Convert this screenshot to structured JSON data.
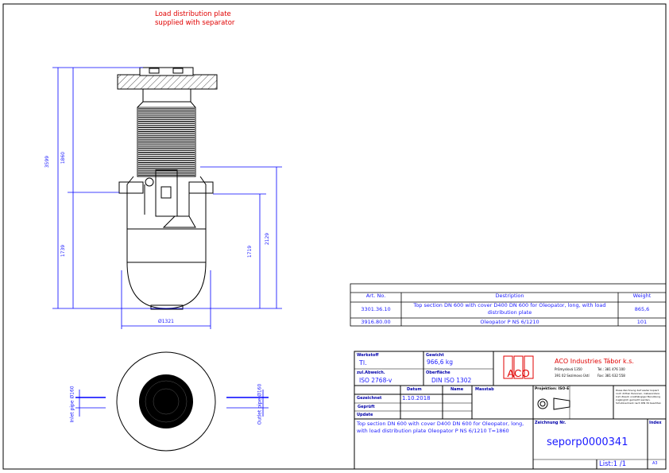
{
  "annotation": {
    "line1": "Load distribution plate",
    "line2": "supplied with separator"
  },
  "dimensions": {
    "total_height": "3599",
    "top_height": "1860",
    "lower_height": "1739",
    "outlet_height": "1719",
    "inlet_height": "2129",
    "diameter": "Ø1321",
    "inlet_pipe": "Inlet pipe Ø160",
    "outlet_pipe": "Outlet pipe Ø160"
  },
  "parts_table": {
    "headers": [
      "Art. No.",
      "Destription",
      "Weight"
    ],
    "rows": [
      {
        "art_no": "3301.36.10",
        "description": "Top section DN 600 with cover D400 DN 600 for Oleopator, long, with load distribution plate",
        "weight": "865,6"
      },
      {
        "art_no": "3916.80.00",
        "description": "Oleopator P NS 6/1210",
        "weight": "101"
      }
    ]
  },
  "title_block": {
    "werkstoff_label": "Werkstoff",
    "werkstoff": "Tl.",
    "gewicht_label": "Gewicht",
    "gewicht": "966,6 kg",
    "abweich_label": "zul.Abweich.",
    "abweich": "ISO 2768-v",
    "oberflache_label": "Oberfläche",
    "oberflache": "DIN ISO 1302",
    "company": "ACO Industries Tábor k.s.",
    "address1": "Průmyslová 1350",
    "address2": "391 02 Sezimovo Ústí",
    "tel": "Tel.: 381 476 100",
    "fax": "Fax: 381 632 558",
    "logo": "ACO",
    "datum_label": "Datum",
    "name_label": "Name",
    "massstab_label": "Masstab",
    "gezeichnet_label": "Gezeichnet",
    "gezeichnet_date": "1.10.2018",
    "gepruft_label": "Geprüft",
    "update_label": "Update",
    "projection_label": "Projektion: ISO-E",
    "note": "Diese Zeichnung darf weder kopiert noch dritten Personen, insbesondere zum Zweck unabhängiger Benutzung zugänglich gemacht werden. Schutzvermerk nach DIN 34 beachten",
    "description": "Top section DN 600 with cover D400 DN 600 for Oleopator, long, with load distribution plate Oleopator P NS 6/1210  T=1860",
    "drawing_no_label": "Zeichnung Nr.",
    "drawing_no": "seporp0000341",
    "index_label": "Index",
    "sheet": "List:1 /1",
    "format": "A3"
  },
  "colors": {
    "dimension": "#0000ff",
    "annotation": "#e00000",
    "lines": "#000000"
  }
}
